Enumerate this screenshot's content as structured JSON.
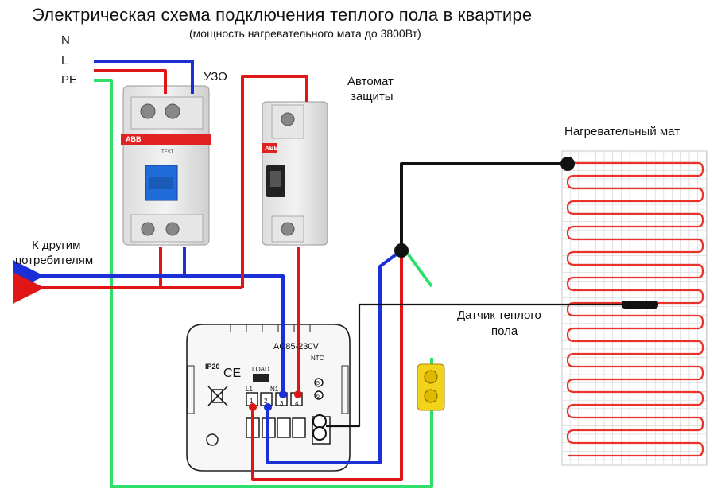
{
  "title": "Электрическая схема подключения теплого пола в квартире",
  "subtitle": "(мощность нагревательного мата до 3800Вт)",
  "lines": {
    "n": "N",
    "l": "L",
    "pe": "PE"
  },
  "labels": {
    "uzo": "УЗО",
    "breaker_line1": "Автомат",
    "breaker_line2": "защиты",
    "heating_mat": "Нагревательный мат",
    "other_consumers_line1": "К другим",
    "other_consumers_line2": "потребителям",
    "floor_sensor_line1": "Датчик теплого",
    "floor_sensor_line2": "пола"
  },
  "thermostat": {
    "voltage": "AC85-230V",
    "ip": "IP20",
    "ce": "CE",
    "load": "LOAD",
    "ntc": "NTC",
    "l1": "L1",
    "n1": "N1",
    "terminals": [
      "1",
      "2",
      "3",
      "4",
      "5",
      "6"
    ]
  },
  "device_marks": {
    "abb": "ABB",
    "test": "TEST"
  },
  "colors": {
    "neutral": "#1a2fd6",
    "phase": "#e01616",
    "earth": "#2ee06a",
    "sensor": "#111111",
    "mat_wire": "#e8322a",
    "grid": "#c9c9c9",
    "clamp": "#f3d21c"
  }
}
